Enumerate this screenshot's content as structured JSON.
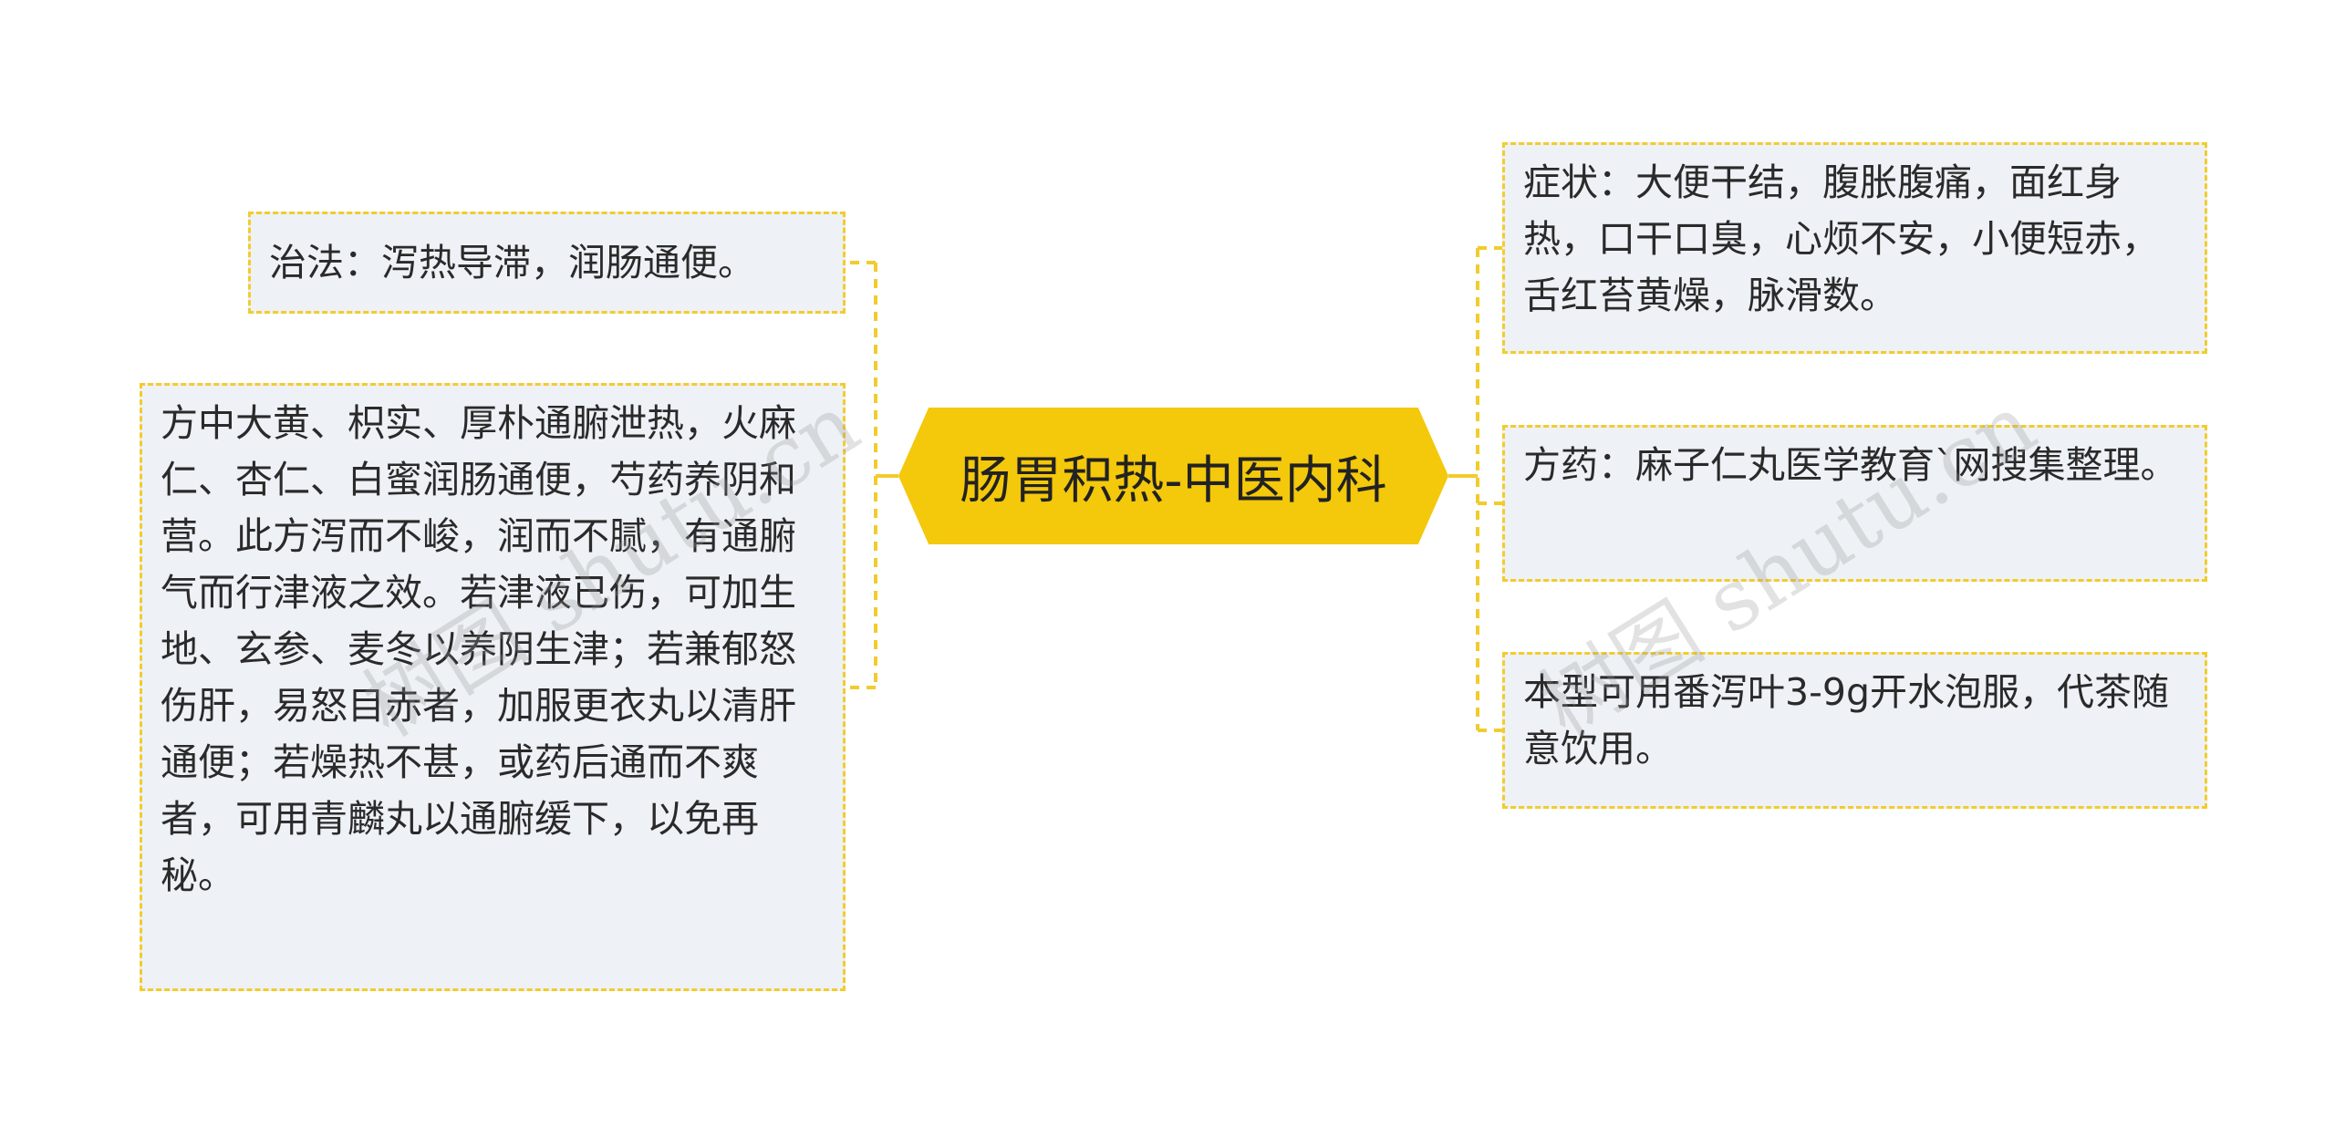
{
  "center": {
    "title": "肠胃积热-中医内科"
  },
  "left_branches": [
    {
      "text": "治法：泻热导滞，润肠通便。"
    },
    {
      "text": "方中大黄、枳实、厚朴通腑泄热，火麻仁、杏仁、白蜜润肠通便，芍药养阴和营。此方泻而不峻，润而不腻，有通腑气而行津液之效。若津液已伤，可加生地、玄参、麦冬以养阴生津；若兼郁怒伤肝，易怒目赤者，加服更衣丸以清肝通便；若燥热不甚，或药后通而不爽者，可用青麟丸以通腑缓下，以免再秘。"
    }
  ],
  "right_branches": [
    {
      "text": "症状：大便干结，腹胀腹痛，面红身热，口干口臭，心烦不安，小便短赤，舌红苔黄燥，脉滑数。"
    },
    {
      "text": "方药：麻子仁丸医学教育`网搜集整理。"
    },
    {
      "text": "本型可用番泻叶3-9g开水泡服，代茶随意饮用。"
    }
  ],
  "watermarks": [
    "树图 shutu.cn",
    "树图 shutu.cn"
  ],
  "colors": {
    "center_fill": "#f4c80b",
    "connector": "#f2cc2c",
    "leaf_border": "#f2cc2c",
    "leaf_fill": "#eef1f5"
  }
}
